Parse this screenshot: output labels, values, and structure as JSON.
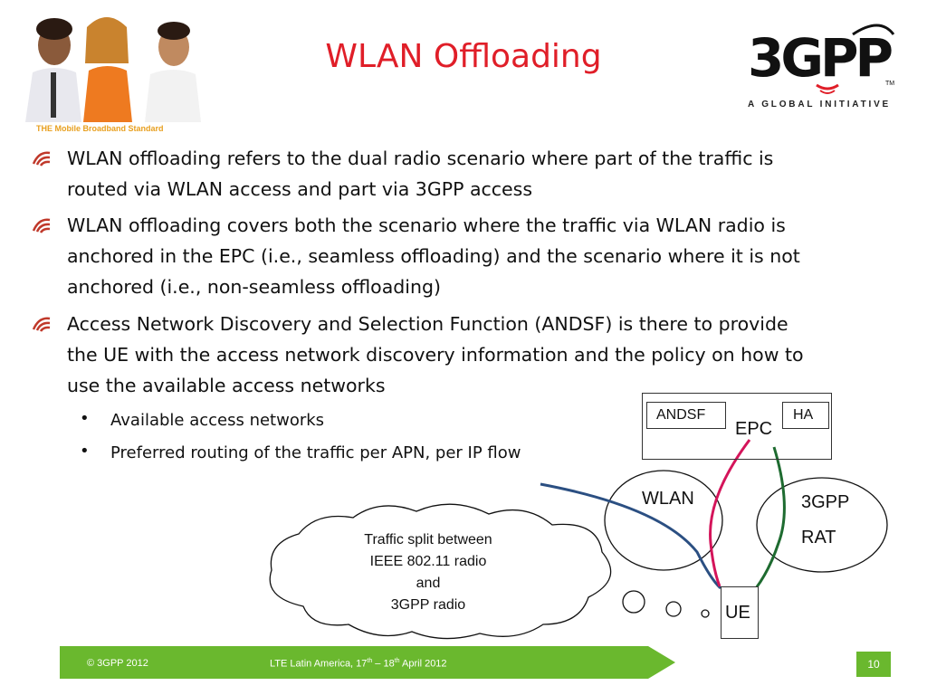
{
  "header": {
    "tagline": "THE Mobile Broadband Standard",
    "title": "WLAN Offloading",
    "logo_text": "3GPP",
    "logo_trademark": "TM",
    "logo_subtitle": "A GLOBAL INITIATIVE"
  },
  "bullets": [
    {
      "lines": [
        "WLAN offloading refers to the dual radio scenario where part of the traffic is",
        "routed via WLAN access and part via 3GPP access"
      ]
    },
    {
      "lines": [
        "WLAN offloading covers both the scenario where the traffic via WLAN radio is",
        "anchored in the EPC (i.e., seamless offloading) and the scenario where it is not",
        "anchored (i.e., non-seamless offloading)"
      ]
    },
    {
      "lines": [
        "Access Network Discovery and Selection Function (ANDSF) is there to provide",
        "the UE with the access network discovery information and the policy on how to",
        "use the available access networks"
      ]
    }
  ],
  "sub_bullets": [
    "Available access networks",
    "Preferred routing of the traffic per APN, per IP flow"
  ],
  "diagram": {
    "andsf": "ANDSF",
    "ha": "HA",
    "epc": "EPC",
    "wlan": "WLAN",
    "rat_line1": "3GPP",
    "rat_line2": "RAT",
    "ue": "UE",
    "cloud_lines": [
      "Traffic split between",
      "IEEE 802.11 radio",
      "and",
      "3GPP radio"
    ],
    "colors": {
      "wlan_path": "#2b4f82",
      "epc_path": "#d4145a",
      "rat_path": "#1e6b30"
    }
  },
  "footer": {
    "copyright": "© 3GPP 2012",
    "event_prefix": "LTE Latin America, 17",
    "event_sup1": "th",
    "event_mid": " – 18",
    "event_sup2": "th",
    "event_suffix": " April 2012",
    "page_number": "10",
    "bar_color": "#6ab82e"
  }
}
